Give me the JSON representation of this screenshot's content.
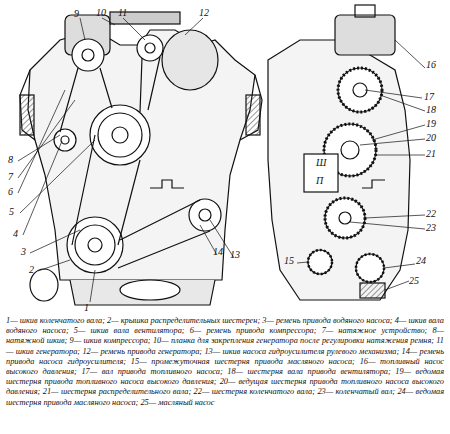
{
  "diagram": {
    "caption": "1— шкив коленчатого вала; 2— крышка распределительных шестерен; 3— ремень привода водяного насоса; 4— шкив вала водяного насоса; 5— шкив вала вентилятора; 6— ремень привода компрессора; 7— натяжное устройство; 8— натяжной шкив; 9— шкив компрессора; 10— планка для закрепления генератора после регулировки натяжения ремня; 11— шкив генератора; 12— ремень привода генератора; 13— шкив насоса гидроусилителя рулевого механизма; 14— ремень привода насоса гидроусилителя; 15— промежуточная шестерня привода масляного насоса; 16— топливный насос высокого давления; 17— вал привода топливного насоса; 18— шестерня вала привода вентилятора; 19— ведомая шестерня привода топливного насоса высокого давления; 20— ведущая шестерня привода топливного насоса высокого давления; 21— шестерня распределительного вала; 22— шестерня коленчатого вала; 23— коленчатый вал; 24— ведомая шестерня привода масляного насоса; 25— масляный насос",
    "labels": [
      "9",
      "10",
      "11",
      "12",
      "8",
      "7",
      "6",
      "5",
      "4",
      "3",
      "2",
      "1",
      "14",
      "13",
      "16",
      "17",
      "18",
      "19",
      "20",
      "21",
      "22",
      "23",
      "24",
      "25",
      "15",
      "Ш",
      "П"
    ]
  }
}
